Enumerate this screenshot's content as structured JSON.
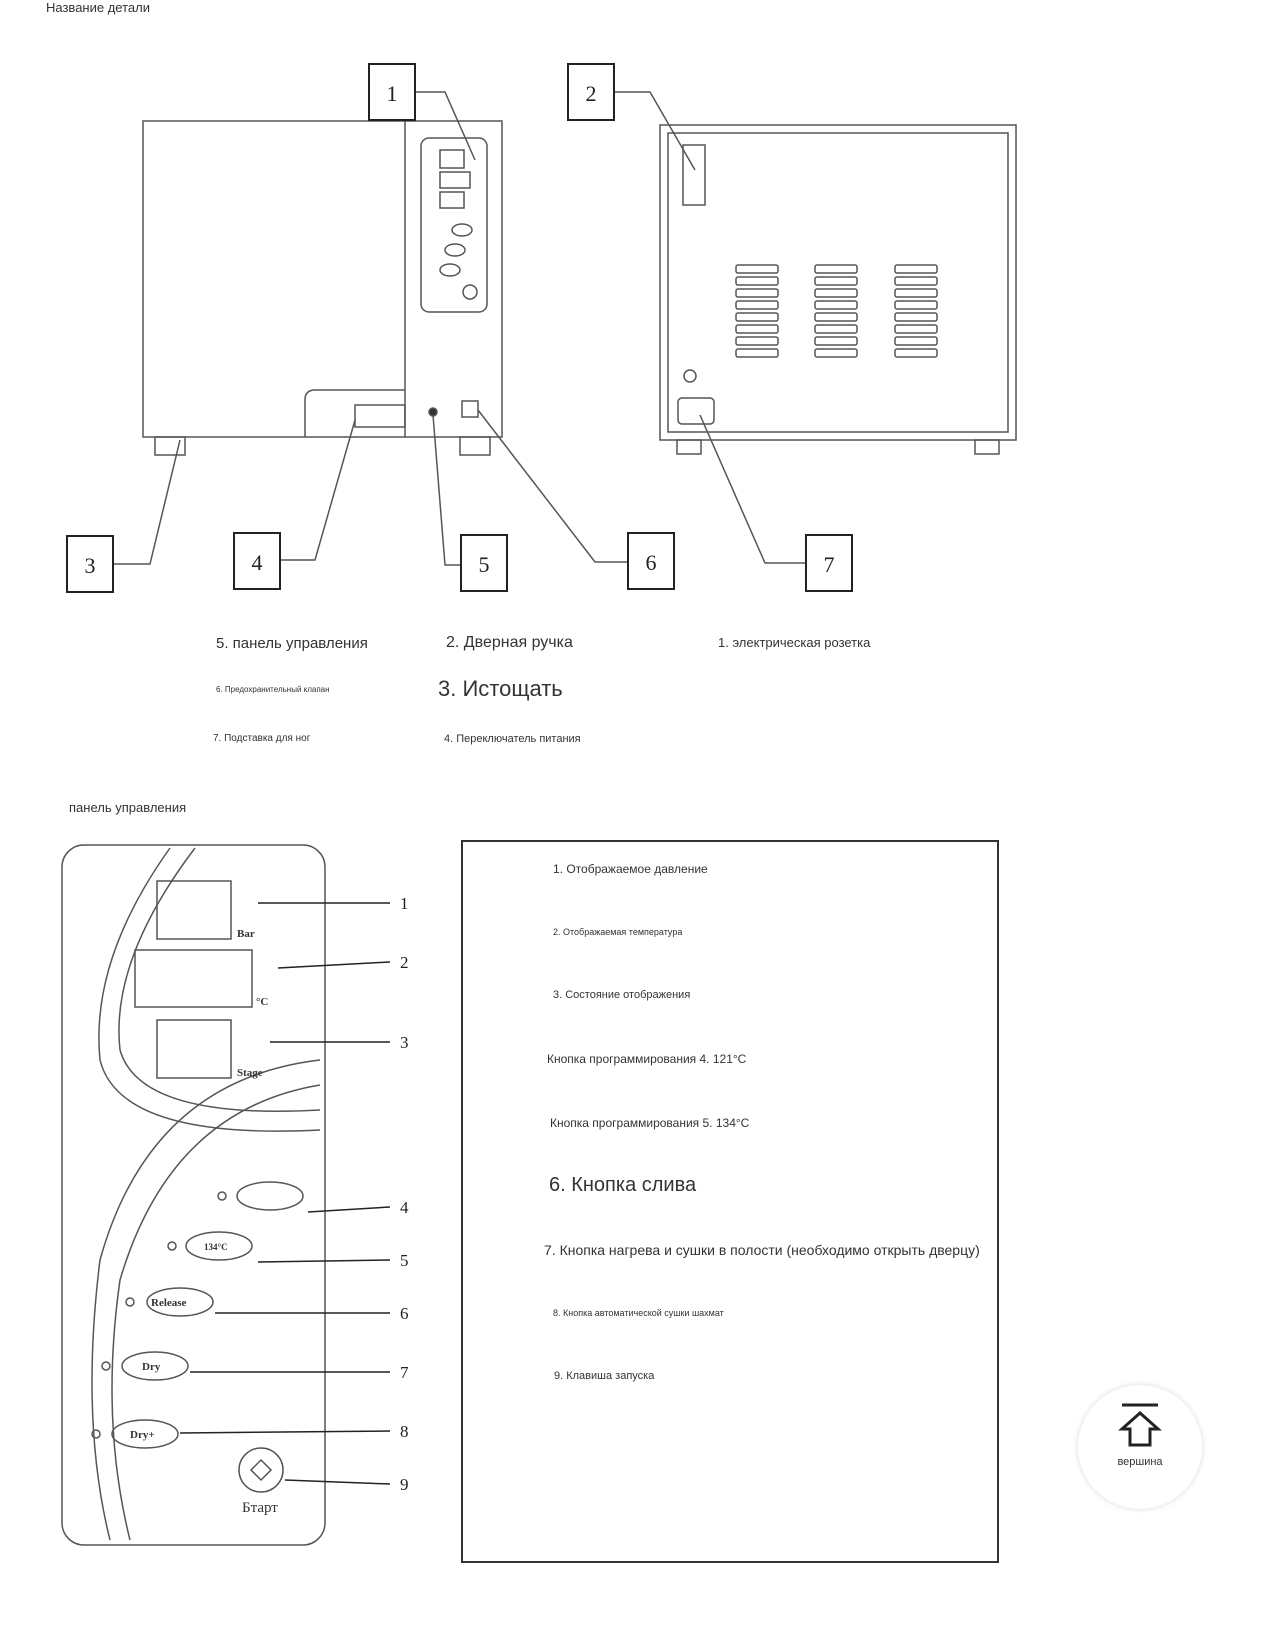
{
  "heading_parts": "Название детали",
  "callouts_top": [
    "1",
    "2",
    "3",
    "4",
    "5",
    "6",
    "7"
  ],
  "parts_legend": [
    "5. панель управления",
    "2. Дверная ручка",
    "1. электрическая розетка",
    "6. Предохранительный клапан",
    "3. Истощать",
    "7. Подставка для ног",
    "4. Переключатель питания"
  ],
  "heading_panel": "панель управления",
  "panel_diagram": {
    "bar_label": "Bar",
    "temp_label": "°C",
    "stage_label": "Stage",
    "btn_134": "134°C",
    "btn_release": "Release",
    "btn_dry": "Dry",
    "btn_dryplus": "Dry+",
    "start_label": "Бтарт",
    "numbers": [
      "1",
      "2",
      "3",
      "4",
      "5",
      "6",
      "7",
      "8",
      "9"
    ]
  },
  "panel_legend": [
    "1. Отображаемое давление",
    "2. Отображаемая температура",
    "3. Состояние отображения",
    "Кнопка программирования 4.  121°C",
    "Кнопка программирования 5.  134°C",
    "6. Кнопка слива",
    "7. Кнопка нагрева и сушки в полости (необходимо открыть дверцу)",
    "8. Кнопка автоматической сушки шахмат",
    "9. Клавиша запуска"
  ],
  "back_to_top": {
    "label": "вершина",
    "icon": "arrow-up-home-icon"
  }
}
